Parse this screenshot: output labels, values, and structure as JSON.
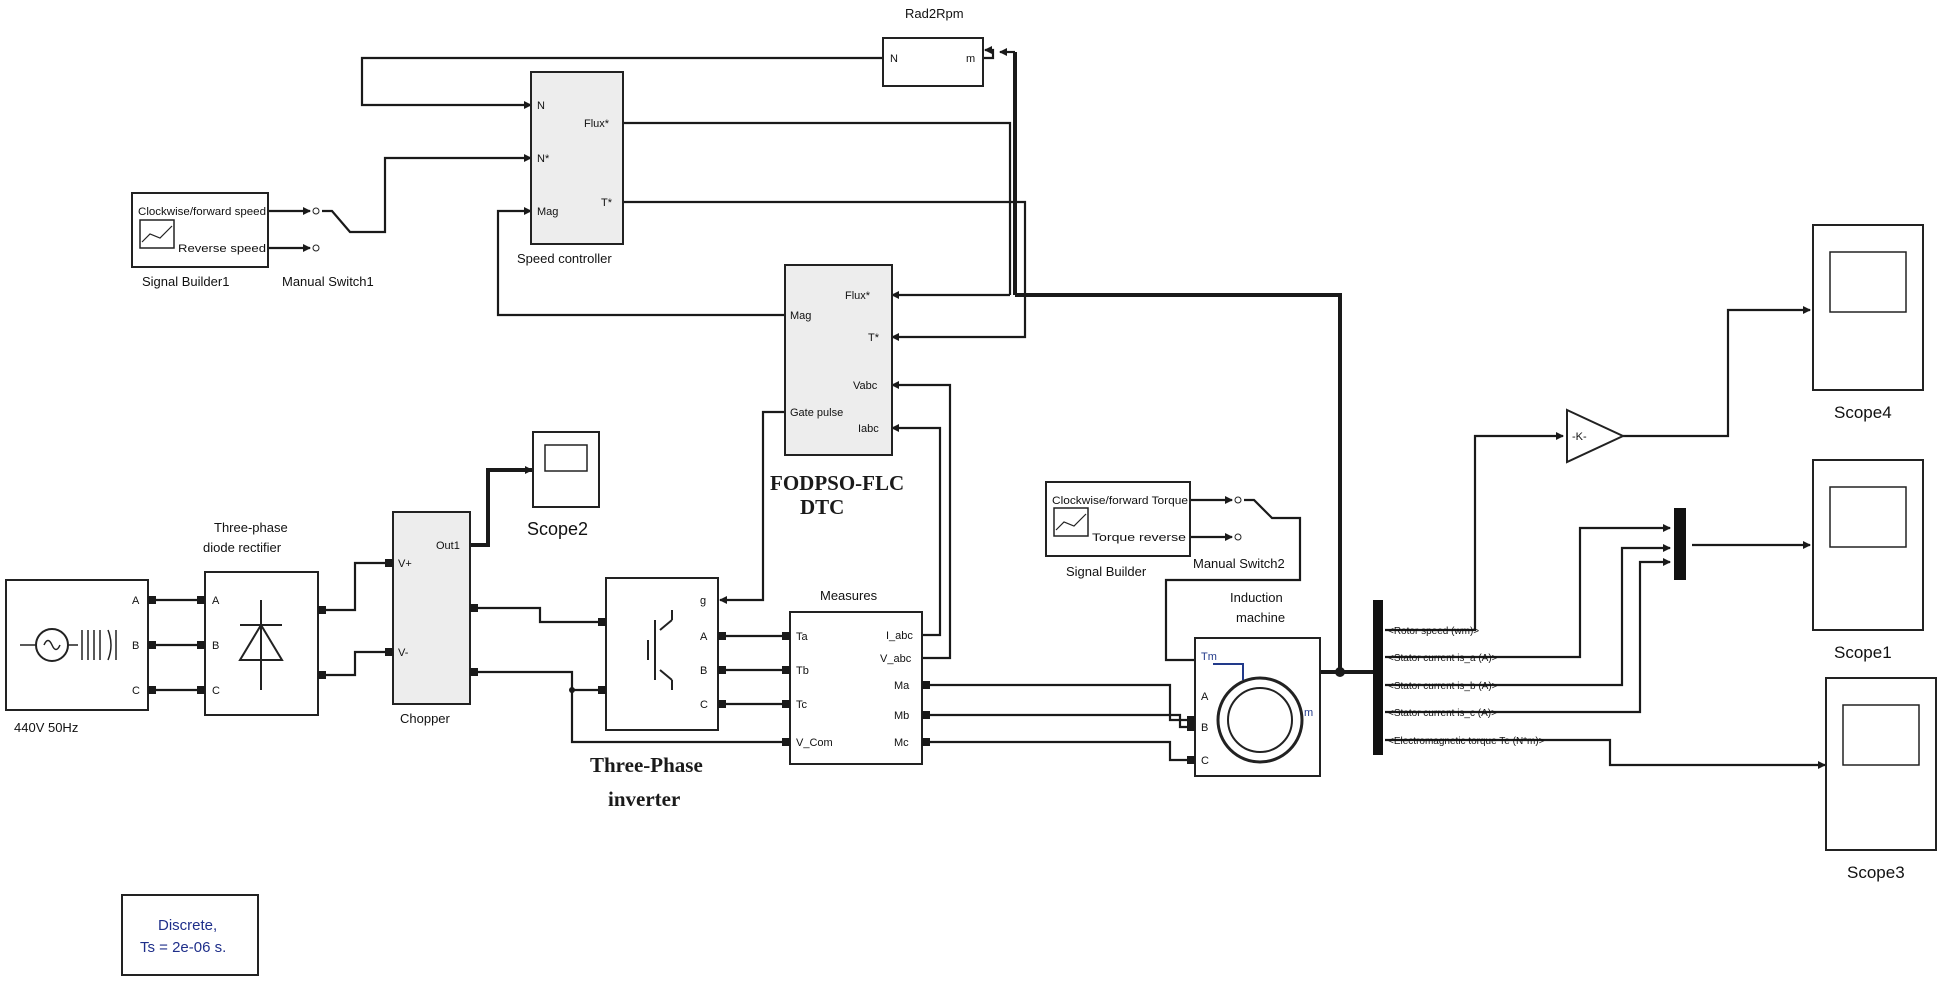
{
  "blocks": {
    "signal_builder1": {
      "label": "Signal Builder1",
      "out1": "Clockwise/forward speed",
      "out2": "Reverse speed"
    },
    "manual_switch1": {
      "label": "Manual Switch1"
    },
    "speed_controller": {
      "label": "Speed controller",
      "in1": "N",
      "in2": "N*",
      "in3": "Mag",
      "out1": "Flux*",
      "out2": "T*"
    },
    "rad2rpm": {
      "label": "Rad2Rpm",
      "in": "N",
      "out": "m"
    },
    "dtc": {
      "label_line1": "FODPSO-FLC",
      "label_line2": "DTC",
      "in1": "Mag",
      "in2": "Gate pulse",
      "out1": "Flux*",
      "out2": "T*",
      "out3": "Vabc",
      "out4": "Iabc"
    },
    "source": {
      "label": "440V 50Hz",
      "ports": [
        "A",
        "B",
        "C"
      ]
    },
    "rectifier": {
      "label_line1": "Three-phase",
      "label_line2": "diode rectifier",
      "ports": [
        "A",
        "B",
        "C"
      ]
    },
    "chopper": {
      "label": "Chopper",
      "in1": "V+",
      "in2": "V-",
      "out": "Out1"
    },
    "scope2": {
      "label": "Scope2"
    },
    "inverter": {
      "label_line1": "Three-Phase",
      "label_line2": "inverter",
      "in": "g",
      "out1": "A",
      "out2": "B",
      "out3": "C"
    },
    "measures": {
      "label": "Measures",
      "in1": "Ta",
      "in2": "Tb",
      "in3": "Tc",
      "in4": "V_Com",
      "out1": "I_abc",
      "out2": "V_abc",
      "out3": "Ma",
      "out4": "Mb",
      "out5": "Mc"
    },
    "signal_builder2": {
      "label": "Signal Builder",
      "out1": "Clockwise/forward Torque",
      "out2": "Torque reverse"
    },
    "manual_switch2": {
      "label": "Manual Switch2"
    },
    "induction_machine": {
      "label_line1": "Induction",
      "label_line2": "machine",
      "in1": "Tm",
      "in2": "A",
      "in3": "B",
      "in4": "C",
      "out": "m"
    },
    "bus_selector": {
      "signals": [
        "<Rotor speed (wm)>",
        "<Stator current is_a (A)>",
        "<Stator current is_b (A)>",
        "<Stator current is_c (A)>",
        "<Electromagnetic torque Te (N*m)>"
      ]
    },
    "gain": {
      "label": "-K-"
    },
    "scope4": {
      "label": "Scope4"
    },
    "scope1": {
      "label": "Scope1"
    },
    "scope3": {
      "label": "Scope3"
    },
    "powergui": {
      "line1": "Discrete,",
      "line2": "Ts = 2e-06 s."
    }
  }
}
